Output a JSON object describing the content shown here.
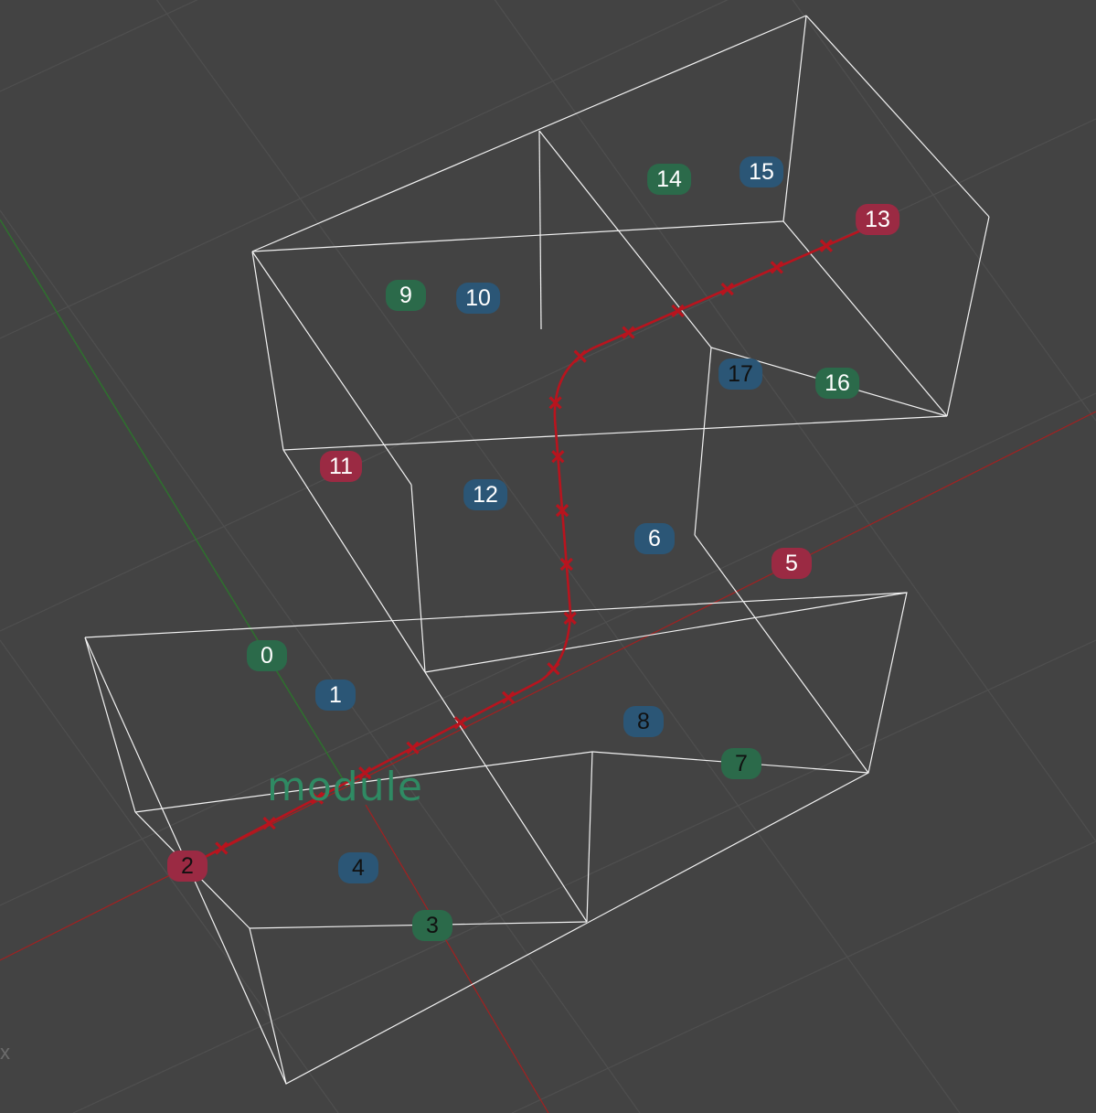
{
  "viewport": {
    "background": "#434343",
    "grid_color": "#4f4f4f",
    "cell_line_color": "#f2f2f2",
    "x_axis_color": "#a32020",
    "y_axis_color": "#2f6e2f",
    "path_color": "#b8141e"
  },
  "module_label": {
    "text": "module",
    "color": "#2f8a63"
  },
  "axis_label_x": "x",
  "cell_labels": [
    {
      "id": "0",
      "color": "green"
    },
    {
      "id": "1",
      "color": "blue"
    },
    {
      "id": "2",
      "color": "red"
    },
    {
      "id": "3",
      "color": "green"
    },
    {
      "id": "4",
      "color": "blue"
    },
    {
      "id": "5",
      "color": "red"
    },
    {
      "id": "6",
      "color": "blue"
    },
    {
      "id": "7",
      "color": "green"
    },
    {
      "id": "8",
      "color": "blue"
    },
    {
      "id": "9",
      "color": "green"
    },
    {
      "id": "10",
      "color": "blue"
    },
    {
      "id": "11",
      "color": "red"
    },
    {
      "id": "12",
      "color": "blue"
    },
    {
      "id": "13",
      "color": "red"
    },
    {
      "id": "14",
      "color": "green"
    },
    {
      "id": "15",
      "color": "blue"
    },
    {
      "id": "16",
      "color": "green"
    },
    {
      "id": "17",
      "color": "blue"
    }
  ]
}
